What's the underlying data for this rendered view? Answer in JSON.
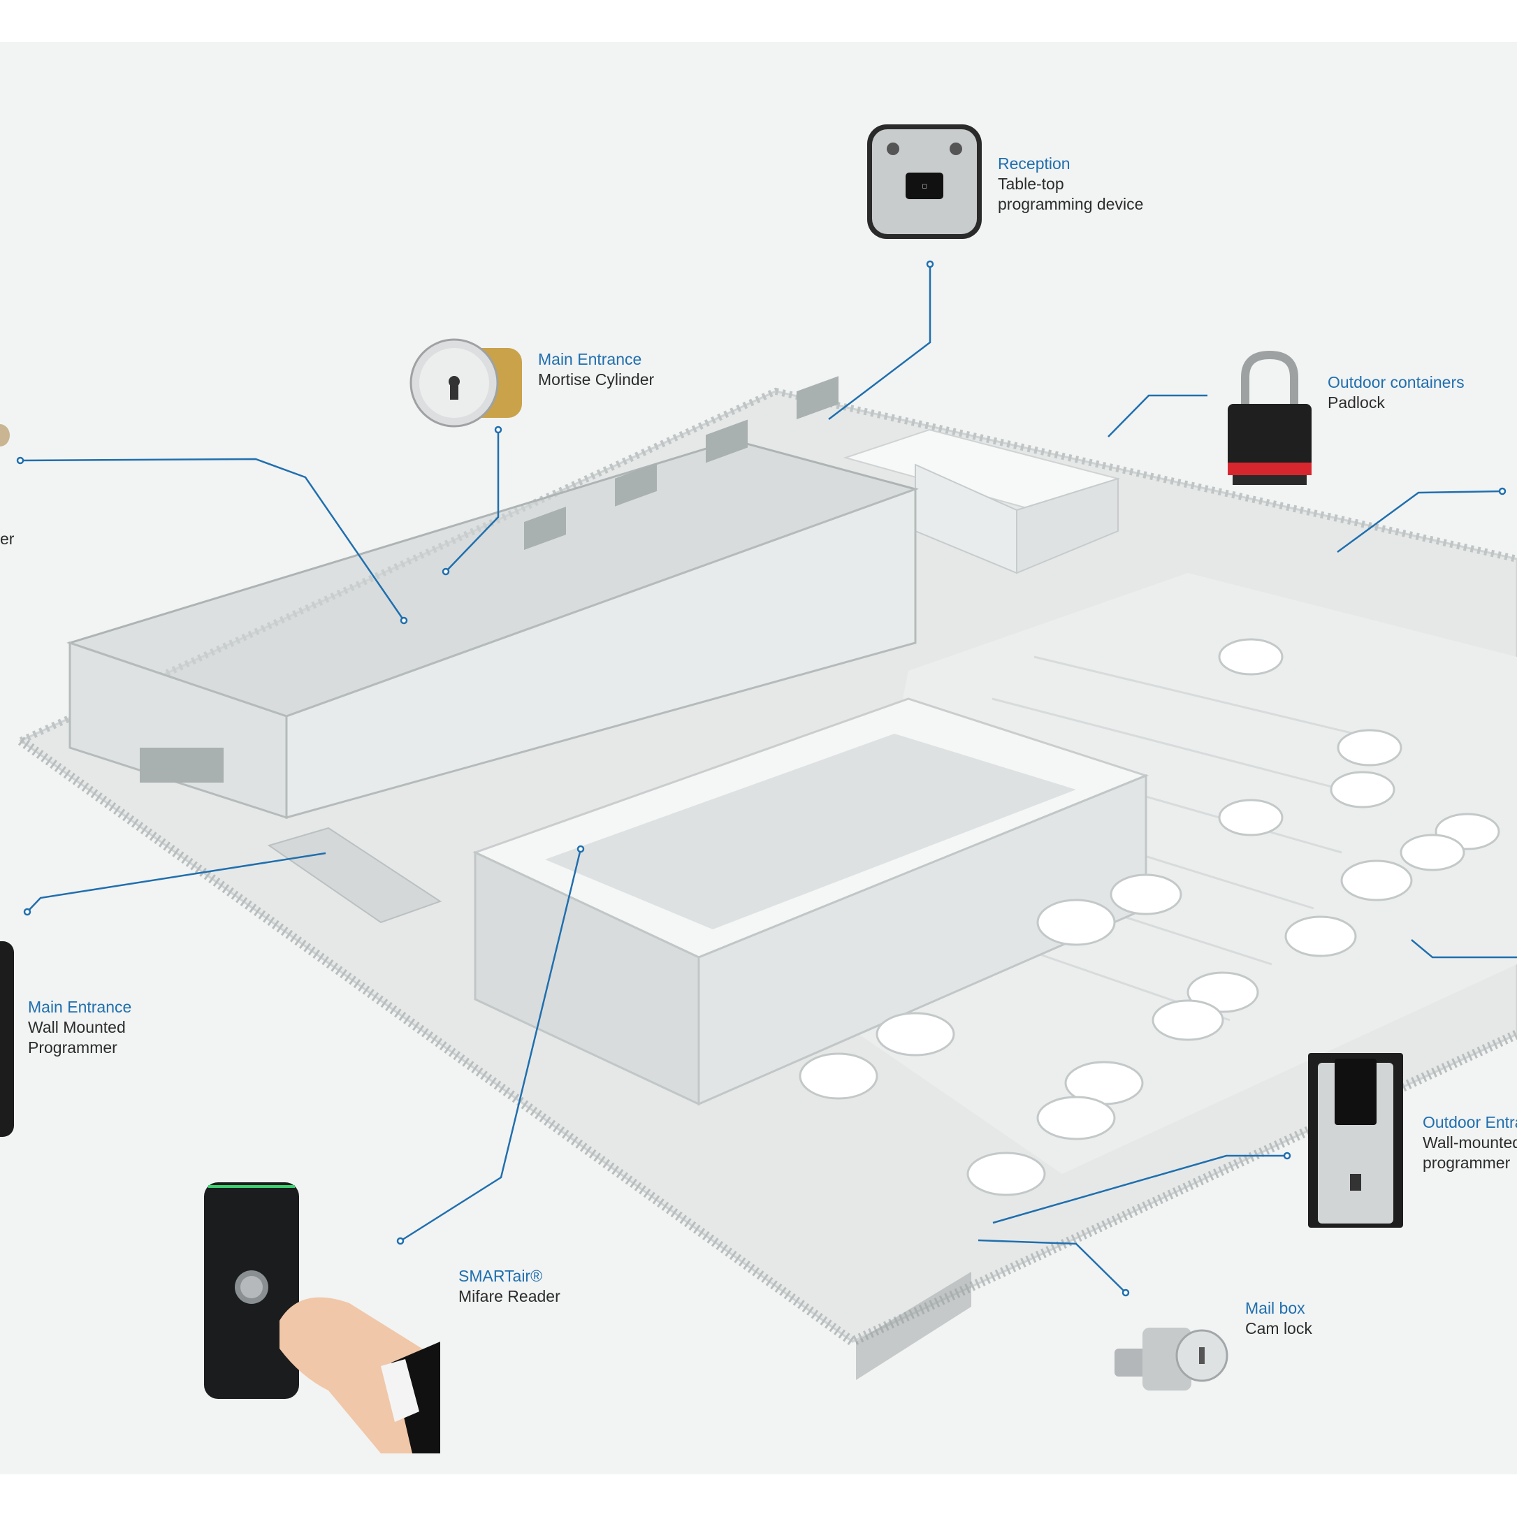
{
  "callouts": [
    {
      "id": "reception",
      "title": "Reception",
      "lines": [
        "Table-top",
        "programming device"
      ]
    },
    {
      "id": "main-entrance-cylinder",
      "title": "Main Entrance",
      "lines": [
        "Mortise Cylinder"
      ]
    },
    {
      "id": "outdoor-containers",
      "title": "Outdoor containers",
      "lines": [
        "Padlock"
      ]
    },
    {
      "id": "main-entrance-programmer",
      "title": "Main Entrance",
      "lines": [
        "Wall Mounted",
        "Programmer"
      ]
    },
    {
      "id": "smartair",
      "title": "SMARTair®",
      "lines": [
        "Mifare Reader"
      ]
    },
    {
      "id": "mail-box",
      "title": "Mail box",
      "lines": [
        "Cam lock"
      ]
    },
    {
      "id": "outdoor-entrance",
      "title": "Outdoor Entra",
      "lines": [
        "Wall-mounted",
        "programmer"
      ]
    }
  ],
  "cropped_left_text": "er",
  "colors": {
    "accent": "#1f6fae",
    "text": "#2c2c2c",
    "background": "#f2f3f3",
    "line": "#1f6fae"
  }
}
